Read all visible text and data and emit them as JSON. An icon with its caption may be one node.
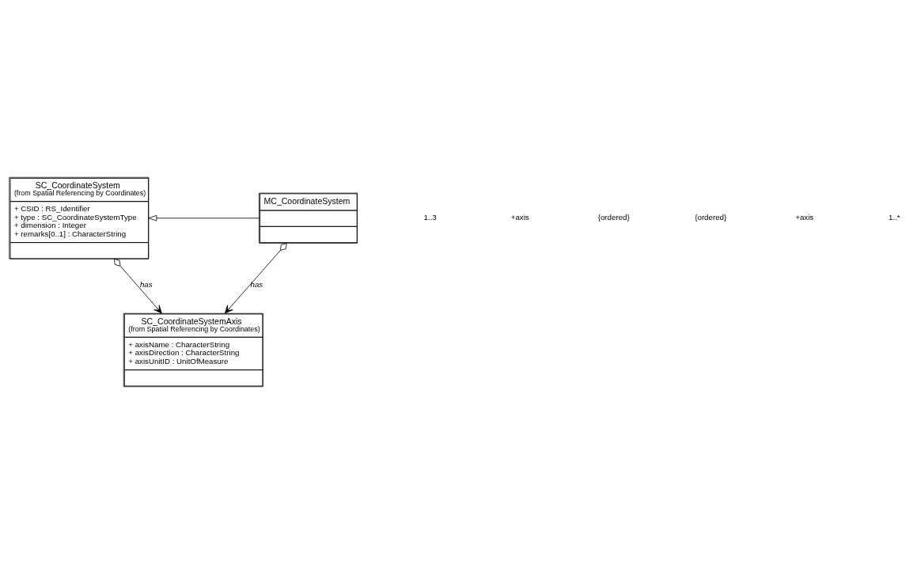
{
  "diagram": {
    "nodes": [
      {
        "text": [
          "SC_CoordinateSystem",
          "(from Spatial Referencing by Coordinates)",
          "+ CSID : RS_Identifier",
          "+ type : SC_CoordinateSystemType",
          "+ dimension : Integer",
          "+ remarks[0..1] : CharacterString"
        ]
      },
      {
        "text": [
          "MC_CoordinateSystem"
        ]
      },
      {
        "text": [
          "SC_CoordinateSystemAxis",
          "(from Spatial Referencing by Coordinates)",
          "+ axisName : CharacterString",
          "+ axisDirection : CharacterString",
          "+ axisUnitID : UnitOfMeasure"
        ]
      }
    ],
    "edges": [
      {
        "from": 1,
        "to": 0,
        "arrow": "to"
      },
      {
        "from": 0,
        "to": 2,
        "arrow": "to",
        "label": "has"
      },
      {
        "from": 1,
        "to": 2,
        "arrow": "to",
        "label": "has"
      }
    ],
    "labels": [
      "1..3",
      "+axis",
      "{ordered}",
      "{ordered}",
      "+axis",
      "1..*"
    ]
  }
}
